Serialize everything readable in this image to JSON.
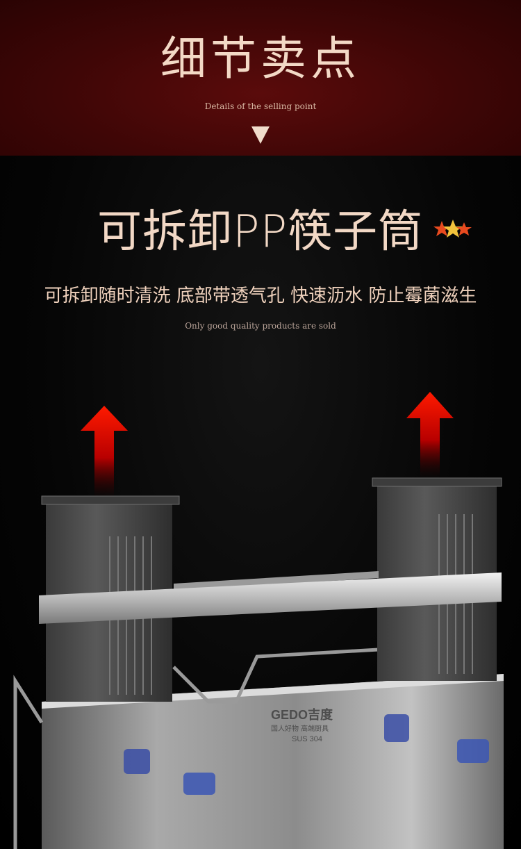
{
  "banner": {
    "title": "细节卖点",
    "subtitle": "Details of the selling point",
    "arrow_icon": "triangle-down-icon"
  },
  "feature": {
    "title": "可拆卸PP筷子筒",
    "description": "可拆卸随时清洗 底部带透气孔 快速沥水 防止霉菌滋生",
    "tagline": "Only good quality products are sold"
  },
  "product": {
    "logo": "GEDO吉度",
    "slogan": "国人好物  高端厨具",
    "material": "SUS 304"
  },
  "colors": {
    "banner_bg": "#3e0606",
    "text_accent": "#f2d8c5",
    "arrow_red": "#e10000"
  }
}
